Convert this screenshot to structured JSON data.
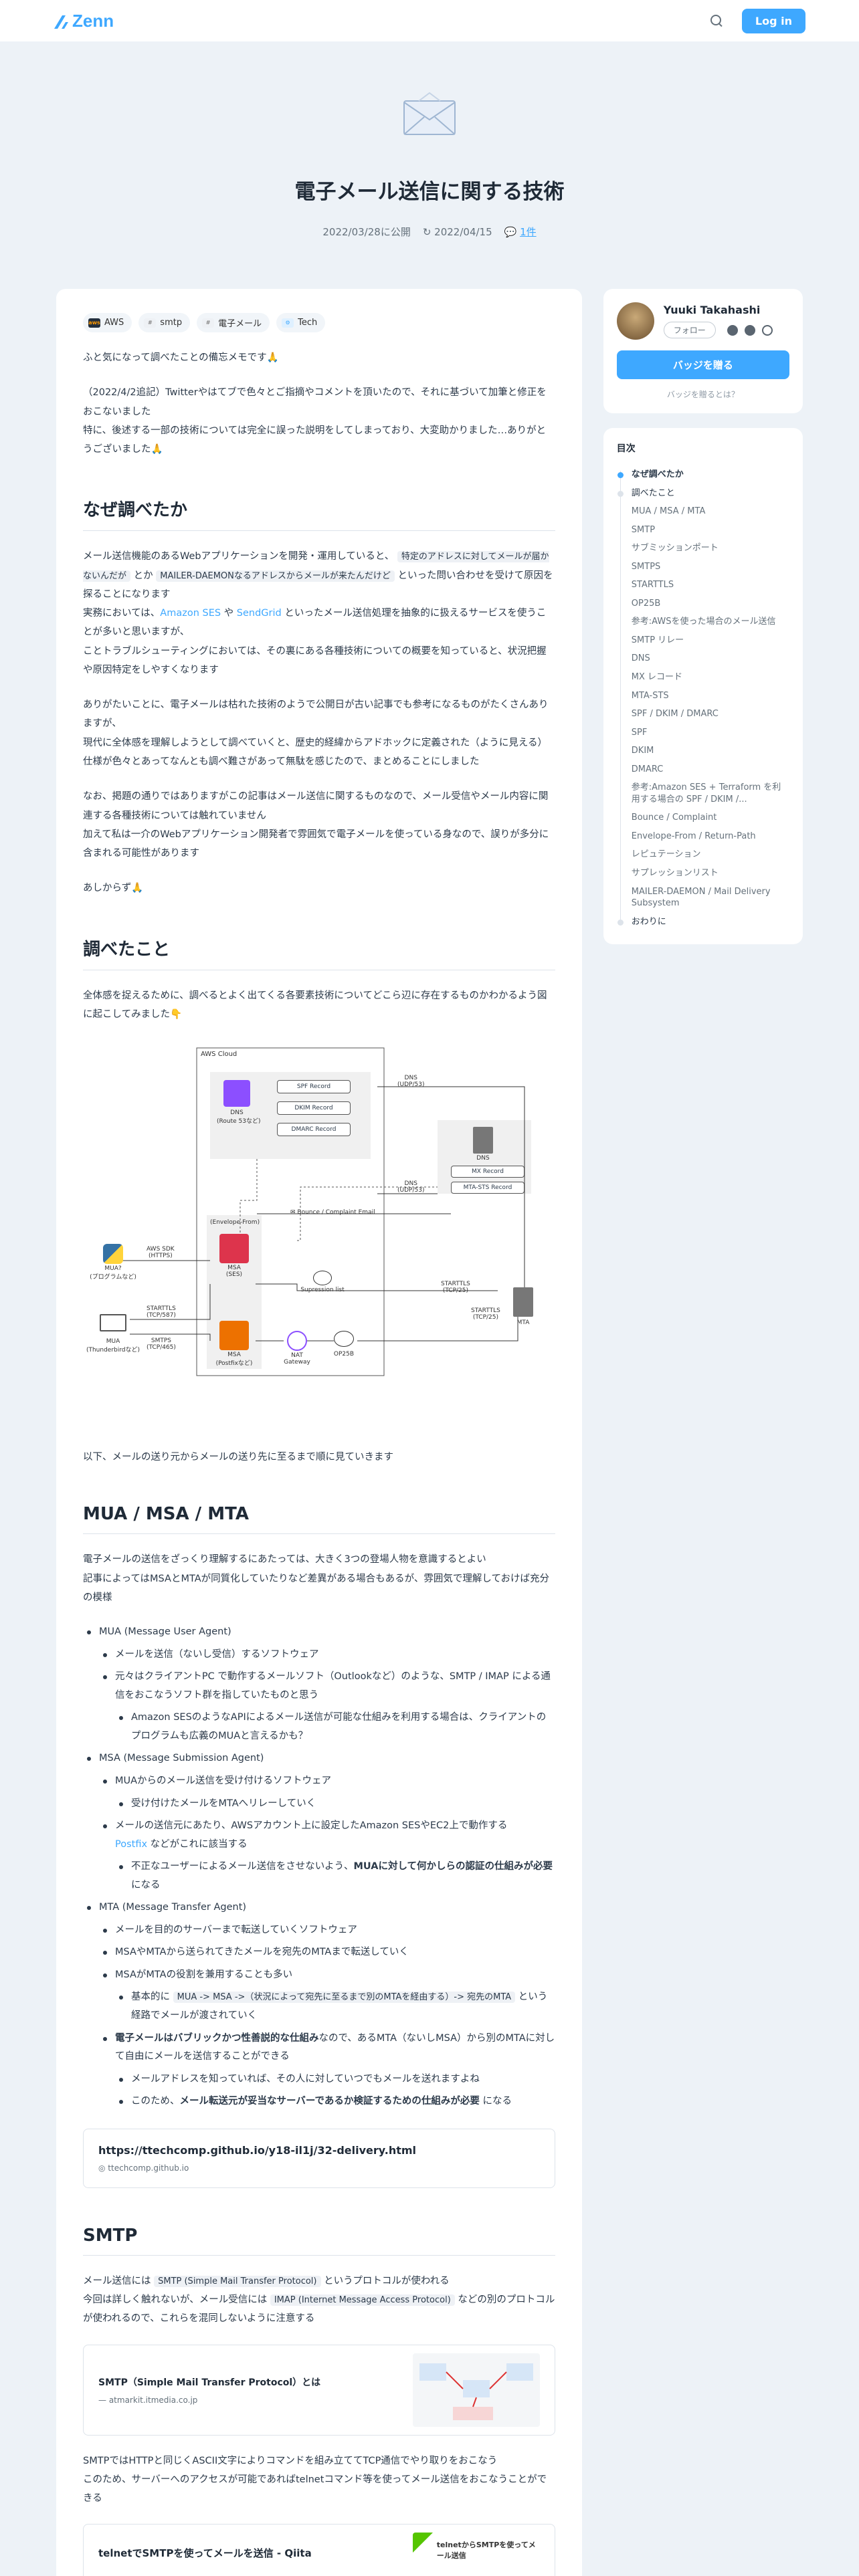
{
  "header": {
    "logo": "Zenn",
    "login_label": "Log in"
  },
  "article": {
    "emoji": "✉️",
    "title": "電子メール送信に関する技術",
    "published": "2022/03/28に公開",
    "updated": "2022/04/15",
    "comments": "1件",
    "topics": [
      {
        "label": "AWS",
        "icon": "aws-icon"
      },
      {
        "label": "smtp",
        "icon": "smtp-icon"
      },
      {
        "label": "電子メール",
        "icon": "email-icon"
      },
      {
        "label": "Tech",
        "icon": "tech-icon"
      }
    ],
    "intro": "ふと気になって調べたことの備忘メモです🙏",
    "note1": "（2022/4/2追記）Twitterやはてブで色々とご指摘やコメントを頂いたので、それに基づいて加筆と修正をおこないました",
    "note2": "特に、後述する一部の技術については完全に誤った説明をしてしまっており、大変助かりました…ありがとうございました🙏",
    "sec1": {
      "heading": "なぜ調べたか",
      "p1a": "メール送信機能のあるWebアプリケーションを開発・運用していると、",
      "p1code1": "特定のアドレスに対してメールが届かないんだが",
      "p1b": "とか",
      "p1code2": "MAILER-DAEMONなるアドレスからメールが来たんだけど",
      "p1c": "といった問い合わせを受けて原因を探ることになります",
      "p2a": "実務においては、",
      "ses": "Amazon SES",
      "p2b": "や",
      "sendgrid": "SendGrid",
      "p2c": "といったメール送信処理を抽象的に扱えるサービスを使うことが多いと思いますが、",
      "p2d": "ことトラブルシューティングにおいては、その裏にある各種技術についての概要を知っていると、状況把握や原因特定をしやすくなります",
      "p3": "ありがたいことに、電子メールは枯れた技術のようで公開日が古い記事でも参考になるものがたくさんありますが、",
      "p3b": "現代に全体感を理解しようとして調べていくと、歴史的経緯からアドホックに定義された（ように見える）仕様が色々とあってなんとも調べ難さがあって無駄を感じたので、まとめることにしました",
      "p4": "なお、掲題の通りではありますがこの記事はメール送信に関するものなので、メール受信やメール内容に関連する各種技術については触れていません",
      "p4b": "加えて私は一介のWebアプリケーション開発者で雰囲気で電子メールを使っている身なので、誤りが多分に含まれる可能性があります",
      "p5": "あしからず🙏"
    },
    "sec2": {
      "heading": "調べたこと",
      "p1": "全体感を捉えるために、調べるとよく出てくる各要素技術についてどこら辺に存在するものかわかるよう図に起こしてみました👇",
      "p2": "以下、メールの送り元からメールの送り先に至るまで順に見ていきます"
    },
    "diagram": {
      "cloud": "AWS Cloud",
      "dns_left": "DNS\n(Route 53など)",
      "spf": "SPF Record",
      "dkim": "DKIM Record",
      "dmarc": "DMARC Record",
      "dns_right": "DNS",
      "mx": "MX Record",
      "mtasts": "MTA-STS Record",
      "dns_udp1": "DNS\n(UDP/53)",
      "dns_udp2": "DNS\n(UDP/53)",
      "envelope": "(Envelope-From)",
      "bounce": "Bounce / Complaint Email",
      "mua_prog": "MUA?\n(プログラムなど)",
      "aws_sdk": "AWS SDK\n(HTTPS)",
      "starttls1": "STARTTLS\n(TCP/587)",
      "smtps": "SMTPS\n(TCP/465)",
      "mua_tb": "MUA\n(Thunderbirdなど)",
      "msa_ses": "MSA\n(SES)",
      "msa_postfix": "MSA\n(Postfixなど)",
      "supp": "Supression list",
      "nat": "NAT Gateway",
      "op25b": "OP25B",
      "starttls2": "STARTTLS\n(TCP/25)",
      "starttls3": "STARTTLS\n(TCP/25)",
      "mta": "MTA"
    },
    "sec3": {
      "heading": "MUA / MSA / MTA",
      "p1": "電子メールの送信をざっくり理解するにあたっては、大きく3つの登場人物を意識するとよい",
      "p1b": "記事によってはMSAとMTAが同質化していたりなど差異がある場合もあるが、雰囲気で理解しておけば充分の模様",
      "mua": "MUA (Message User Agent)",
      "mua1": "メールを送信（ないし受信）するソフトウェア",
      "mua2": "元々はクライアントPC で動作するメールソフト（Outlookなど）のような、SMTP / IMAP による通信をおこなうソフト群を指していたものと思う",
      "mua3": "Amazon SESのようなAPIによるメール送信が可能な仕組みを利用する場合は、クライアントのプログラムも広義のMUAと言えるかも？",
      "msa": "MSA (Message Submission Agent)",
      "msa1": "MUAからのメール送信を受け付けるソフトウェア",
      "msa2": "受け付けたメールをMTAへリレーしていく",
      "msa3a": "メールの送信元にあたり、AWSアカウント上に設定したAmazon SESやEC2上で動作する",
      "postfix": "Postfix",
      "msa3b": "などがこれに該当する",
      "msa4a": "不正なユーザーによるメール送信をさせないよう、",
      "msa4b": "MUAに対して何かしらの認証の仕組みが必要",
      "msa4c": "になる",
      "mta": "MTA (Message Transfer Agent)",
      "mta1": "メールを目的のサーバーまで転送していくソフトウェア",
      "mta2": "MSAやMTAから送られてきたメールを宛先のMTAまで転送していく",
      "mta3": "MSAがMTAの役割を兼用することも多い",
      "mta4a": "基本的に",
      "mta4code": "MUA -> MSA ->（状況によって宛先に至るまで別のMTAを経由する）-> 宛先のMTA",
      "mta4b": "という経路でメールが渡されていく",
      "mta5a": "電子メールはバブリックかつ性善説的な仕組み",
      "mta5b": "なので、あるMTA（ないしMSA）から別のMTAに対して自由にメールを送信することができる",
      "mta6": "メールアドレスを知っていれば、その人に対していつでもメールを送れますよね",
      "mta7a": "このため、",
      "mta7b": "メール転送元が妥当なサーバーであるか検証するための仕組みが必要",
      "mta7c": "になる"
    },
    "link1": {
      "title": "https://ttechcomp.github.io/y18-il1j/32-delivery.html",
      "host": "ttechcomp.github.io"
    },
    "sec4": {
      "heading": "SMTP",
      "p1a": "メール送信には",
      "p1code": "SMTP (Simple Mail Transfer Protocol)",
      "p1b": "というプロトコルが使われる",
      "p2a": "今回は詳しく触れないが、メール受信には",
      "p2code": "IMAP (Internet Message Access Protocol)",
      "p2b": "などの別のプロトコルが使われるので、これらを混同しないように注意する",
      "p3": "SMTPではHTTPと同じくASCII文字によりコマンドを組み立ててTCP通信でやり取りをおこなう",
      "p3b": "このため、サーバーへのアクセスが可能であればtelnetコマンド等を使ってメール送信をおこなうことができる"
    },
    "link2": {
      "title": "SMTP（Simple Mail Transfer Protocol）とは",
      "host": "atmarkit.itmedia.co.jp"
    },
    "link3": {
      "title": "telnetでSMTPを使ってメールを送信 - Qiita",
      "thumb": "telnetからSMTPを使ってメール送信"
    }
  },
  "sidebar": {
    "author": "Yuuki Takahashi",
    "follow": "フォロー",
    "badge": "バッジを贈る",
    "badge_q": "バッジを贈るとは？",
    "toc_title": "目次",
    "toc": [
      {
        "label": "なぜ調べたか",
        "level": 1,
        "current": true
      },
      {
        "label": "調べたこと",
        "level": 1
      },
      {
        "label": "MUA / MSA / MTA",
        "level": 2
      },
      {
        "label": "SMTP",
        "level": 2
      },
      {
        "label": "サブミッションポート",
        "level": 2
      },
      {
        "label": "SMTPS",
        "level": 2
      },
      {
        "label": "STARTTLS",
        "level": 2
      },
      {
        "label": "OP25B",
        "level": 2
      },
      {
        "label": "参考:AWSを使った場合のメール送信",
        "level": 2
      },
      {
        "label": "SMTP リレー",
        "level": 2
      },
      {
        "label": "DNS",
        "level": 2
      },
      {
        "label": "MX レコード",
        "level": 2
      },
      {
        "label": "MTA-STS",
        "level": 2
      },
      {
        "label": "SPF / DKIM / DMARC",
        "level": 2
      },
      {
        "label": "SPF",
        "level": 2
      },
      {
        "label": "DKIM",
        "level": 2
      },
      {
        "label": "DMARC",
        "level": 2
      },
      {
        "label": "参考:Amazon SES + Terraform を利用する場合の SPF / DKIM /...",
        "level": 2
      },
      {
        "label": "Bounce / Complaint",
        "level": 2
      },
      {
        "label": "Envelope-From / Return-Path",
        "level": 2
      },
      {
        "label": "レピュテーション",
        "level": 2
      },
      {
        "label": "サプレッションリスト",
        "level": 2
      },
      {
        "label": "MAILER-DAEMON / Mail Delivery Subsystem",
        "level": 2
      },
      {
        "label": "おわりに",
        "level": 1
      }
    ]
  },
  "colors": {
    "accent": "#3ea8ff",
    "background": "#edf2f7"
  }
}
